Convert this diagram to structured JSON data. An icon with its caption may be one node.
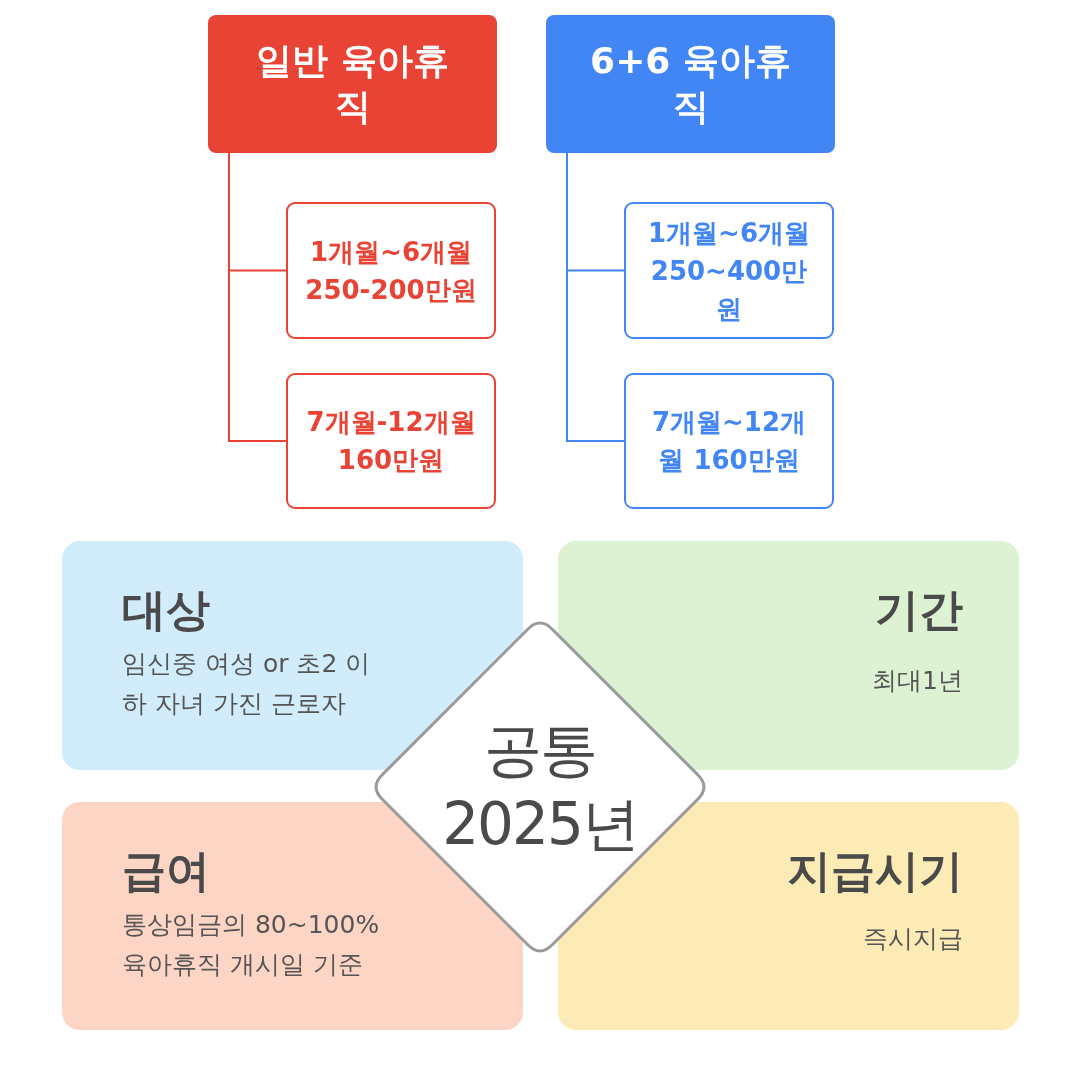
{
  "diagram": {
    "nodes": [
      {
        "text": [
          "일반 육아휴직"
        ]
      },
      {
        "text": [
          "1개월~6개월 250-200만원"
        ]
      },
      {
        "text": [
          "7개월-12개월 160만원"
        ]
      },
      {
        "text": [
          "6+6 육아휴직"
        ]
      },
      {
        "text": [
          "1개월~6개월 250~400만원"
        ]
      },
      {
        "text": [
          "7개월~12개월 160만원"
        ]
      },
      {
        "text": [
          "대상",
          "임신중 여성 or 초2 이하 자녀 가진 근로자"
        ]
      },
      {
        "text": [
          "기간",
          "최대1년"
        ]
      },
      {
        "text": [
          "급여",
          "통상임금의 80~100% 육아휴직 개시일 기준"
        ]
      },
      {
        "text": [
          "지급시기",
          "즉시지급"
        ]
      },
      {
        "text": [
          "공통",
          "2025년"
        ]
      }
    ],
    "edges": [
      {
        "from": 0,
        "to": 1,
        "arrow": "none",
        "color": "#e94335"
      },
      {
        "from": 0,
        "to": 2,
        "arrow": "none",
        "color": "#e94335"
      },
      {
        "from": 3,
        "to": 4,
        "arrow": "none",
        "color": "#4285f4"
      },
      {
        "from": 3,
        "to": 5,
        "arrow": "none",
        "color": "#4285f4"
      }
    ]
  }
}
